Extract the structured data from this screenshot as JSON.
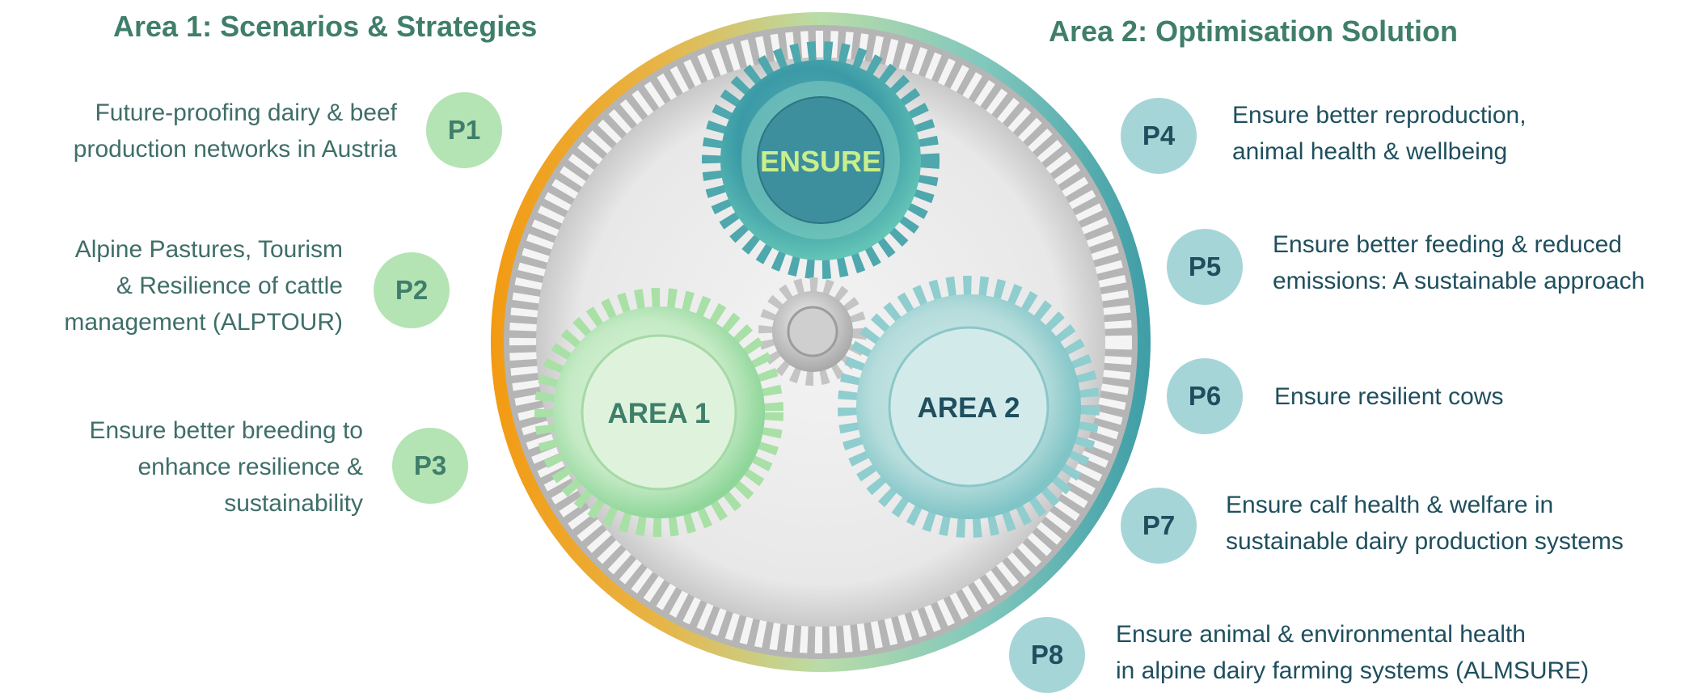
{
  "headings": {
    "area1": "Area 1: Scenarios & Strategies",
    "area2": "Area 2: Optimisation Solution"
  },
  "gears": {
    "top_label": "ENSURE",
    "left_label": "AREA 1",
    "right_label": "AREA 2"
  },
  "projects": [
    {
      "id": "P1",
      "lines": [
        "Future-proofing dairy & beef",
        "production networks in Austria"
      ]
    },
    {
      "id": "P2",
      "lines": [
        "Alpine Pastures, Tourism",
        "& Resilience of cattle",
        "management (ALPTOUR)"
      ]
    },
    {
      "id": "P3",
      "lines": [
        "Ensure better breeding to",
        "enhance resilience &",
        "sustainability"
      ]
    },
    {
      "id": "P4",
      "lines": [
        "Ensure better reproduction,",
        "animal health & wellbeing"
      ]
    },
    {
      "id": "P5",
      "lines": [
        "Ensure better feeding & reduced",
        "emissions: A sustainable approach"
      ]
    },
    {
      "id": "P6",
      "lines": [
        "Ensure resilient cows"
      ]
    },
    {
      "id": "P7",
      "lines": [
        "Ensure calf health & welfare in",
        "sustainable dairy production systems"
      ]
    },
    {
      "id": "P8",
      "lines": [
        "Ensure animal & environmental health",
        "in alpine dairy farming systems (ALMSURE)"
      ]
    }
  ],
  "colors": {
    "area1_green": "#3f7e6b",
    "area2_teal": "#1f4f5e",
    "ring_orange": "#f5a21c",
    "ring_teal": "#4ea8ad",
    "badge_green": "#b4e3b4",
    "badge_teal": "#a6d5d8"
  }
}
